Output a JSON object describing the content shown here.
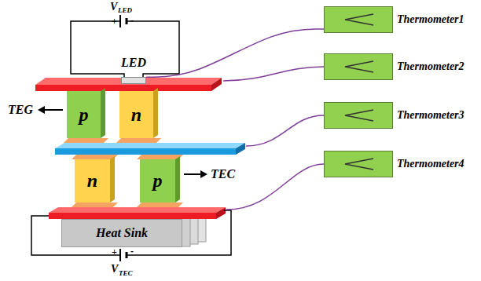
{
  "diagram": {
    "nodes": [
      {
        "text": [
          "LED"
        ]
      },
      {
        "text": [
          "p"
        ]
      },
      {
        "text": [
          "n"
        ]
      },
      {
        "text": [
          "n"
        ]
      },
      {
        "text": [
          "p"
        ]
      },
      {
        "text": [
          "Heat Sink"
        ]
      },
      {
        "text": [
          "Thermometer1"
        ]
      },
      {
        "text": [
          "Thermometer2"
        ]
      },
      {
        "text": [
          "Thermometer3"
        ]
      },
      {
        "text": [
          "Thermometer4"
        ]
      }
    ],
    "edges": [
      {
        "from": 0,
        "to": 6,
        "arrow": "none"
      }
    ],
    "labels": [
      "V",
      "LED",
      "+",
      "-",
      "TEG",
      "TEC",
      "+",
      "-",
      "V",
      "TEC"
    ]
  }
}
